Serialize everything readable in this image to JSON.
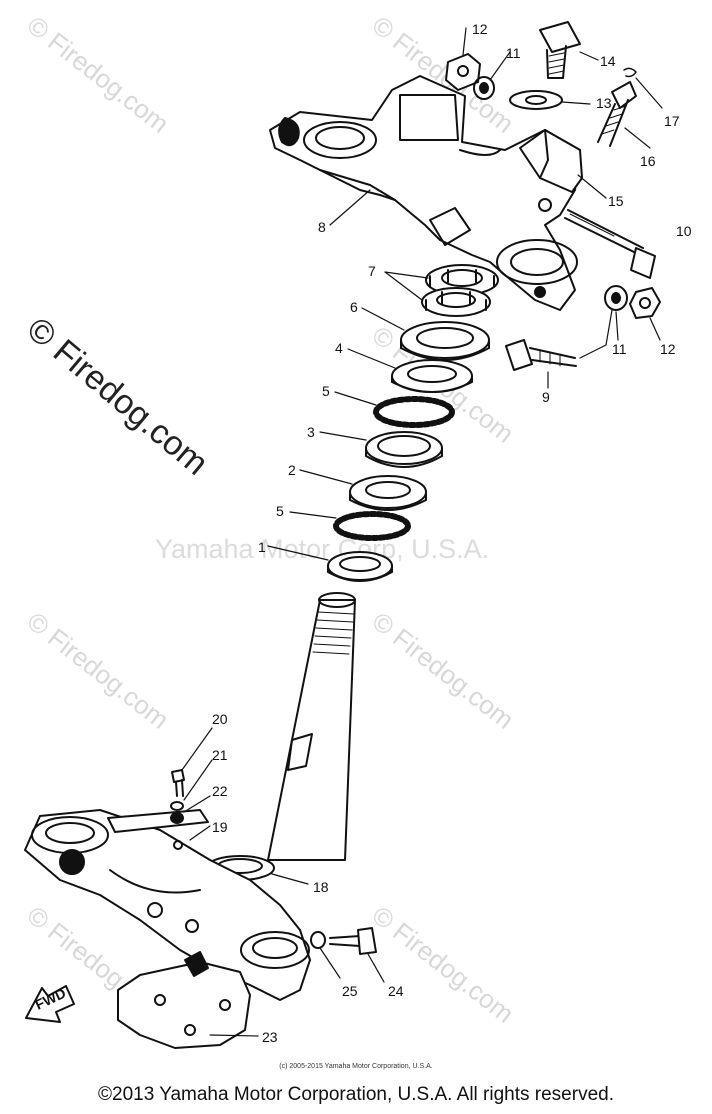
{
  "watermarks": {
    "diagonal": "© Firedog.com",
    "center": "Yamaha Motor Corp, U.S.A."
  },
  "callouts": [
    "1",
    "2",
    "3",
    "4",
    "5",
    "5",
    "6",
    "7",
    "8",
    "9",
    "10",
    "11",
    "11",
    "12",
    "12",
    "13",
    "14",
    "15",
    "16",
    "17",
    "18",
    "19",
    "20",
    "21",
    "22",
    "23",
    "24",
    "25"
  ],
  "fwd_arrow_label": "FWD",
  "small_credit": "(c) 2005-2015 Yamaha Motor Corporation, U.S.A.",
  "copyright": "©2013 Yamaha Motor Corporation, U.S.A. All rights reserved."
}
